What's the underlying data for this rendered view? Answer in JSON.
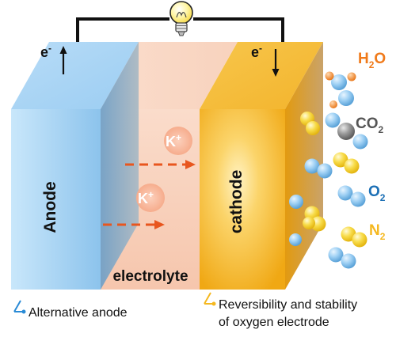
{
  "labels": {
    "anode": "Anode",
    "cathode": "cathode",
    "electrolyte": "electrolyte",
    "electron_left": "e",
    "electron_right": "e",
    "electron_sup": "-",
    "ion_1": "K",
    "ion_2": "K",
    "ion_sup": "+"
  },
  "molecules": {
    "h2o": {
      "main": "H",
      "sub": "2",
      "tail": "O"
    },
    "co2": {
      "main": "CO",
      "sub": "2"
    },
    "o2": {
      "main": "O",
      "sub": "2"
    },
    "n2": {
      "main": "N",
      "sub": "2"
    }
  },
  "captions": {
    "left": "Alternative anode",
    "right_line1": "Reversibility and stability",
    "right_line2": "of oxygen electrode"
  },
  "colors": {
    "anode": "#8fc8f0",
    "electrolyte": "#f7cdb4",
    "cathode": "#f5b833",
    "oxygen_atom": "#8fc8f0",
    "nitrogen_atom": "#f7d23a",
    "carbon_atom": "#8c8c8c",
    "hydrogen_atom": "#f08a2a",
    "ion": "#f8b99a",
    "arrow": "#e8561e",
    "label_orange": "#f07a1a",
    "label_blue": "#1b6fb5",
    "caption_left_accent": "#2a8bd6",
    "caption_right_accent": "#f5b820"
  },
  "icons": [
    "light-bulb-icon"
  ]
}
